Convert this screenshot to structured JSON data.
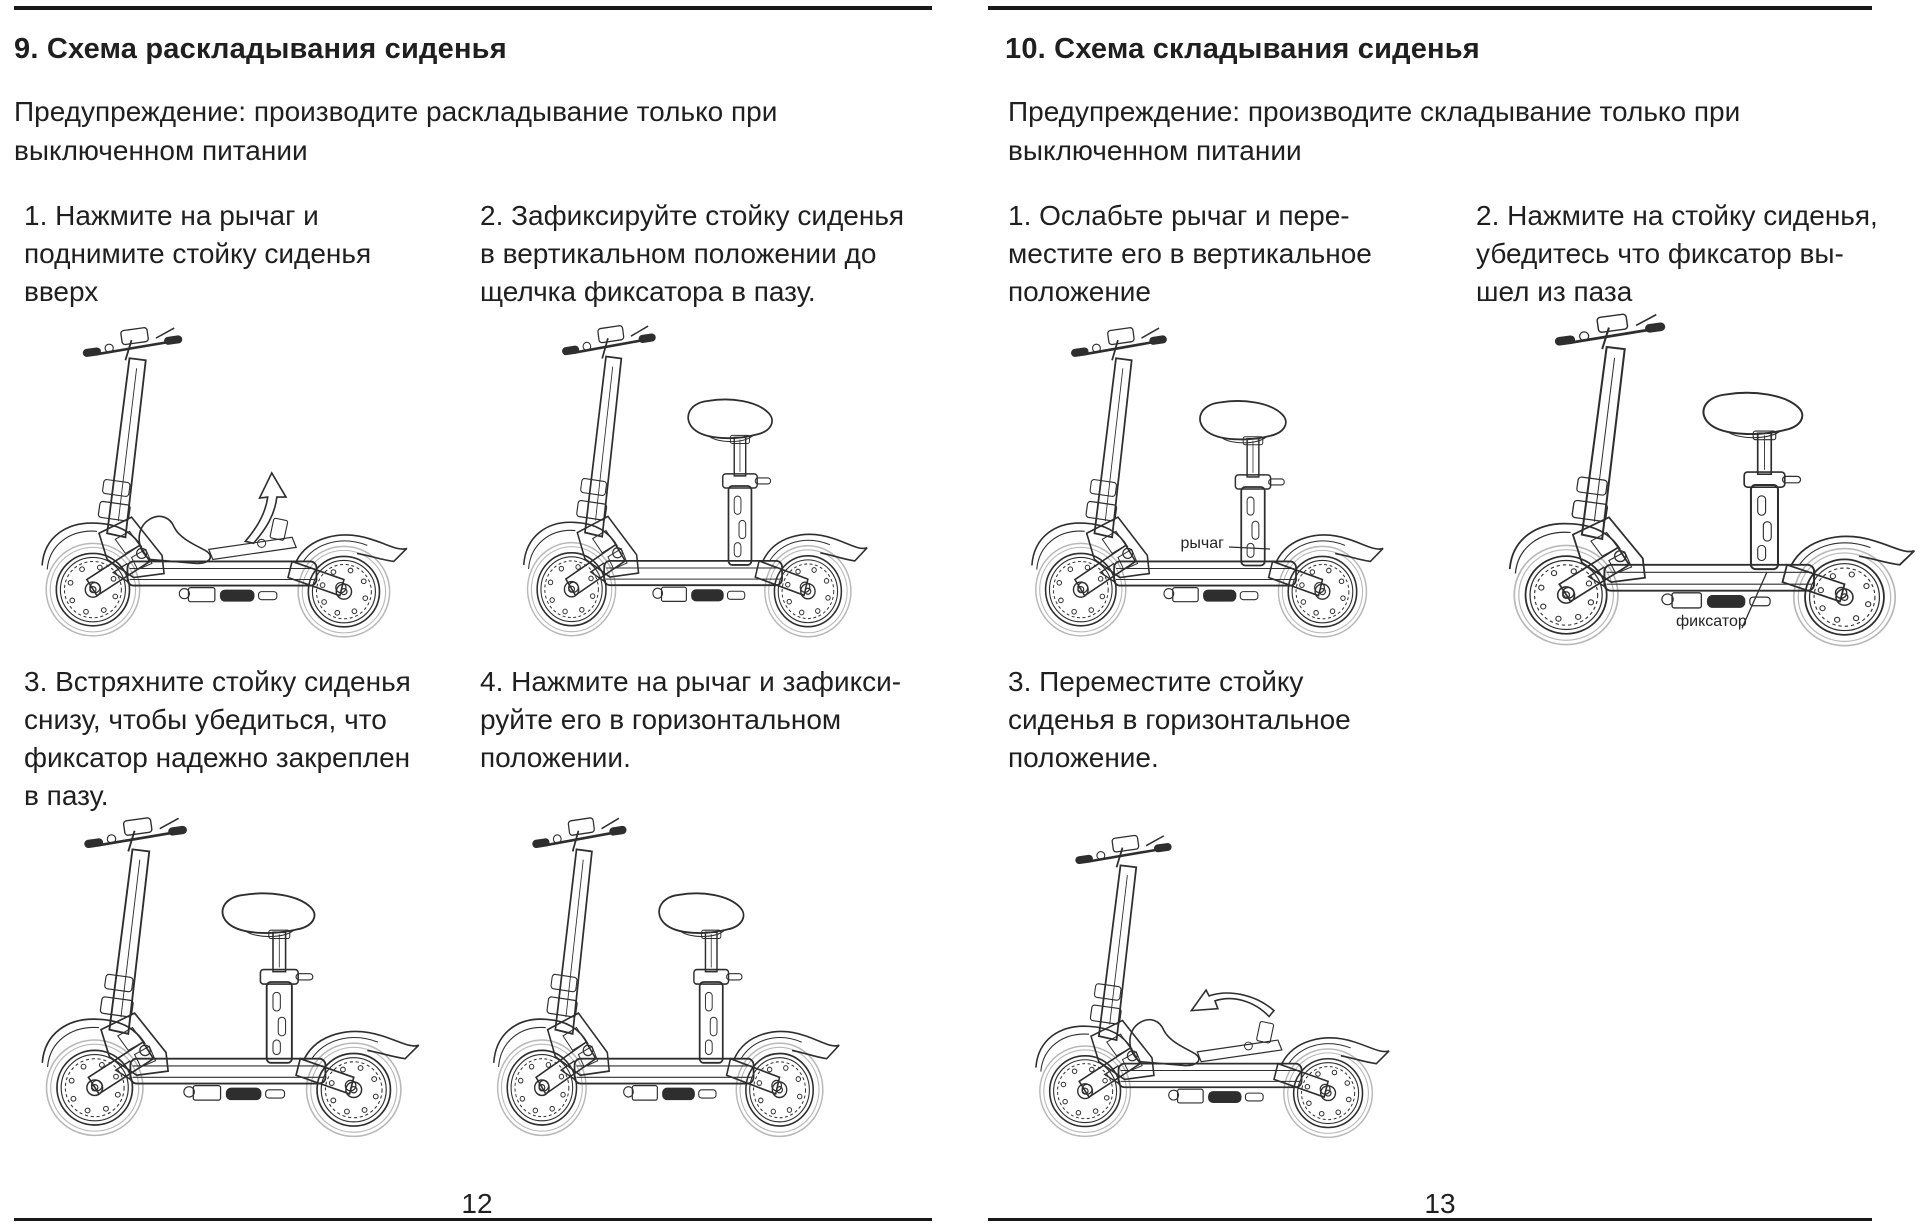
{
  "colors": {
    "ink": "#1f1f1f",
    "line_art": "#2e2e2e",
    "tire_gray": "#b8b8b8"
  },
  "left_page": {
    "title": "9. Схема раскладывания сиденья",
    "warning_lines": [
      "Предупреждение: производите раскладывание только при",
      "выключенном питании"
    ],
    "steps": [
      {
        "lines": [
          "1. Нажмите на рычаг и",
          "поднимите стойку сиденья",
          "вверх"
        ]
      },
      {
        "lines": [
          "2. Зафиксируйте стойку сиденья",
          "в вертикальном положении до",
          "щелчка фиксатора в пазу."
        ]
      },
      {
        "lines": [
          "3. Встряхните стойку сиденья",
          "снизу, чтобы убедиться, что",
          "фиксатор надежно закреплен",
          "в пазу."
        ]
      },
      {
        "lines": [
          "4. Нажмите на рычаг и зафикси-",
          "руйте его в горизонтальном",
          "положении."
        ]
      }
    ],
    "page_number": "12"
  },
  "right_page": {
    "title": "10. Схема складывания сиденья",
    "warning_lines": [
      "Предупреждение: производите складывание только при",
      "выключенном питании"
    ],
    "steps": [
      {
        "lines": [
          "1. Ослабьте рычаг и пере-",
          "местите его в вертикальное",
          "положение"
        ]
      },
      {
        "lines": [
          "2. Нажмите на стойку сиденья,",
          "убедитесь что фиксатор вы-",
          "шел из паза"
        ]
      },
      {
        "lines": [
          "3. Переместите стойку",
          "сиденья в горизонтальное",
          "положение."
        ]
      }
    ],
    "figure_labels": {
      "lever": "рычаг",
      "latch": "фиксатор"
    },
    "page_number": "13"
  }
}
